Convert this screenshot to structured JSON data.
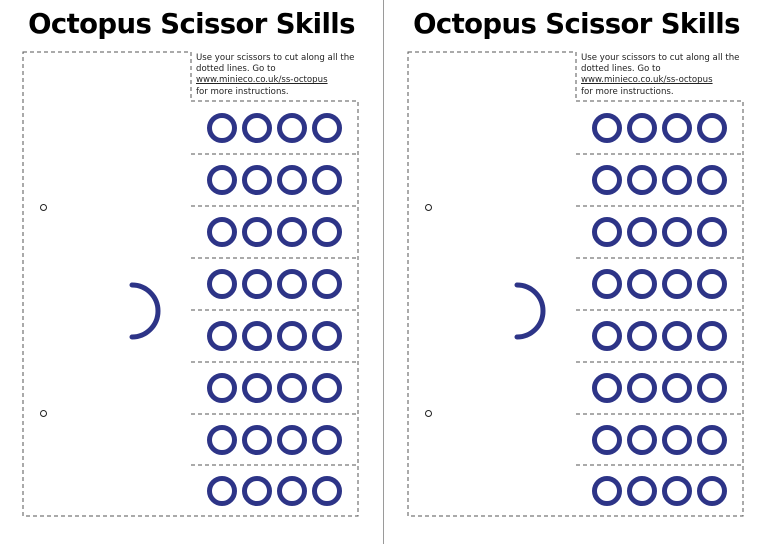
{
  "sheets": [
    {
      "title": "Octopus Scissor Skills",
      "instructions": {
        "line1": "Use your scissors to cut along all the",
        "line2": "dotted lines. Go to",
        "link": "www.minieco.co.uk/ss-octopus",
        "line4": "for more instructions."
      }
    },
    {
      "title": "Octopus Scissor Skills",
      "instructions": {
        "line1": "Use your scissors to cut along all the",
        "line2": "dotted lines. Go to",
        "link": "www.minieco.co.uk/ss-octopus",
        "line4": "for more instructions."
      }
    }
  ],
  "colors": {
    "accent": "#2d3487",
    "cut_line": "#555555",
    "divider": "#9a9a9a"
  },
  "strip_count": 8,
  "eyes_per_strip": 4
}
